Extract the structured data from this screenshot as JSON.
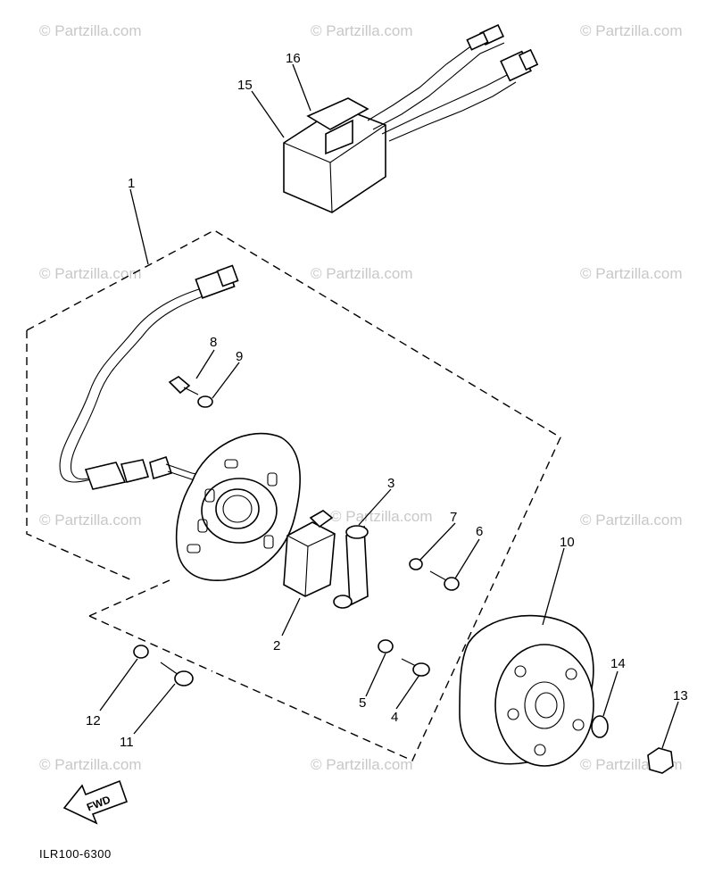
{
  "watermark": {
    "text": "© Partzilla.com"
  },
  "diagram_code": "ILR100-6300",
  "fwd_label": "FWD",
  "callouts": {
    "c1": "1",
    "c2": "2",
    "c3": "3",
    "c4": "4",
    "c5": "5",
    "c6": "6",
    "c7": "7",
    "c8": "8",
    "c9": "9",
    "c10": "10",
    "c11": "11",
    "c12": "12",
    "c13": "13",
    "c14": "14",
    "c15": "15",
    "c16": "16"
  }
}
